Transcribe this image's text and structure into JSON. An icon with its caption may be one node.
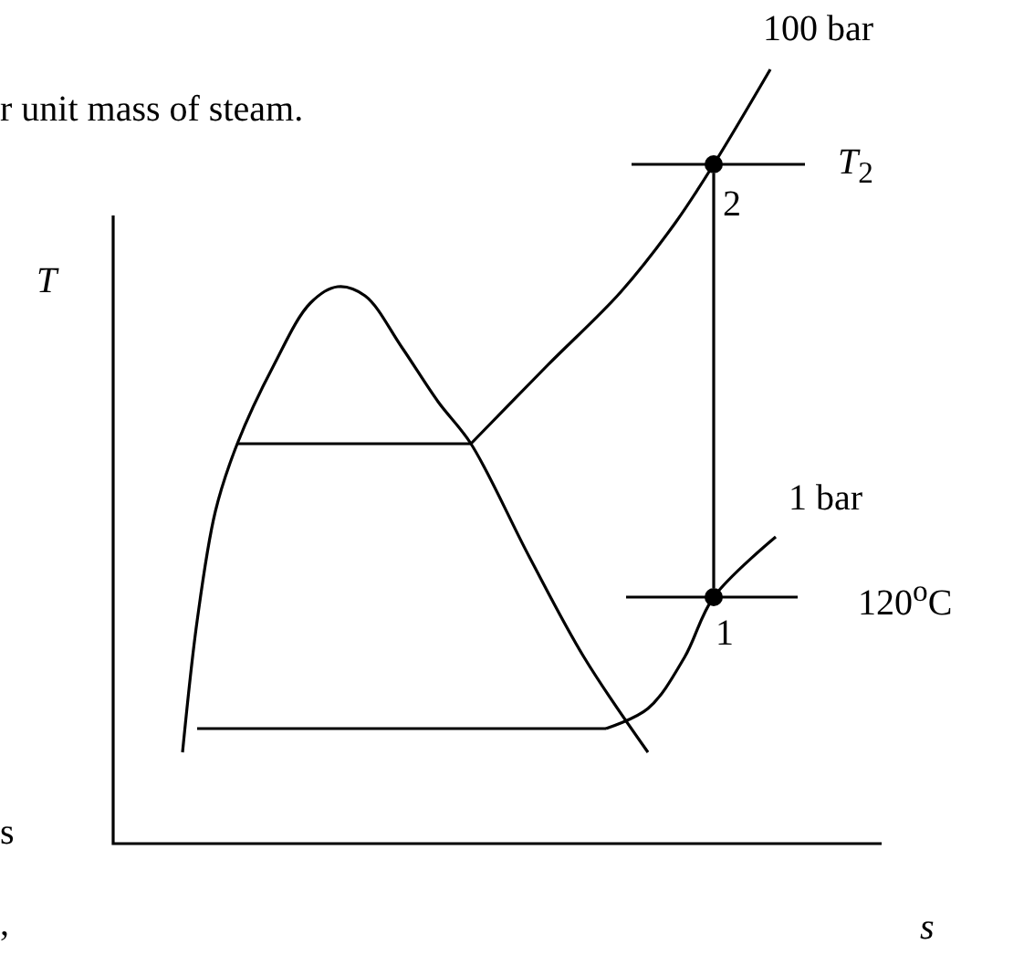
{
  "diagram": {
    "nodes": [
      {
        "text": [],
        "shape": "circle",
        "beside": [
          "2"
        ]
      },
      {
        "text": [],
        "shape": "circle",
        "beside": [
          "1"
        ]
      }
    ],
    "edges": [
      {
        "from": 0,
        "to": 1,
        "arrow": "none"
      }
    ],
    "labels": [
      "r unit mass of steam.",
      "100 bar",
      "*T*$_{2}$",
      "T",
      "1 bar",
      "120$^{o}$C",
      "s",
      ",",
      "s"
    ]
  }
}
